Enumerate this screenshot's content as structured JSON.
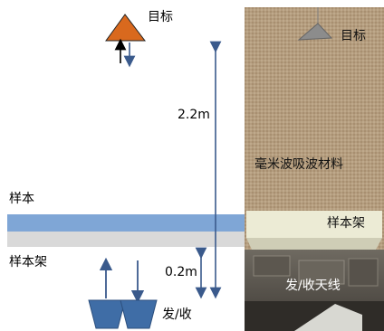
{
  "labels": {
    "target": "目标",
    "distance_total": "2.2m",
    "sample": "样本",
    "sample_holder": "样本架",
    "distance_short": "0.2m",
    "tx_rx": "发/收"
  },
  "photo_labels": {
    "target": "目标",
    "absorber": "毫米波吸波材料",
    "sample_holder": "样本架",
    "antenna": "发/收天线"
  },
  "colors": {
    "target_fill": "#d9691e",
    "arrow": "#3a5a8c",
    "sample_band": "#7fa6d6",
    "holder_band": "#d9d9d9",
    "antenna": "#3f6da6"
  }
}
